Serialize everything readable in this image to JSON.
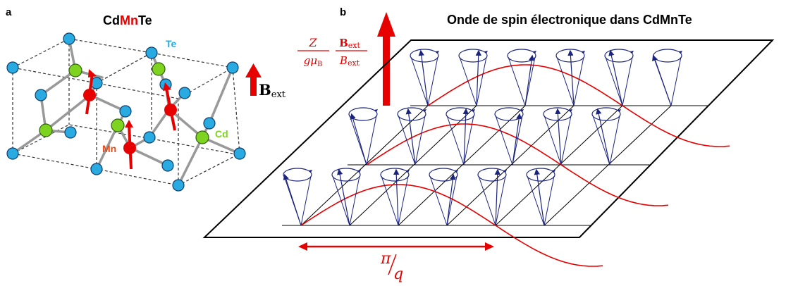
{
  "panel_a": {
    "letter": "a",
    "title_prefix": "Cd",
    "title_highlight": "Mn",
    "title_suffix": "Te",
    "labels": {
      "te": "Te",
      "cd": "Cd",
      "mn": "Mn"
    },
    "field_label_main": "B",
    "field_label_sub": "ext"
  },
  "panel_b": {
    "letter": "b",
    "title": "Onde de spin électronique dans CdMnTe",
    "ratio_num": "Z",
    "ratio_den_g": "gμ",
    "ratio_den_sub": "B",
    "unit_num": "B",
    "unit_num_sub": "ext",
    "unit_den": "B",
    "unit_den_sub": "ext",
    "wavelength_num": "π",
    "wavelength_den": "q"
  },
  "colors": {
    "te": "#29abe2",
    "cd": "#7ed321",
    "mn": "#ff0000",
    "arrow": "#e60000",
    "spin": "#1a237e",
    "wave": "#e60000",
    "bond": "#999999",
    "cell": "#333333"
  }
}
